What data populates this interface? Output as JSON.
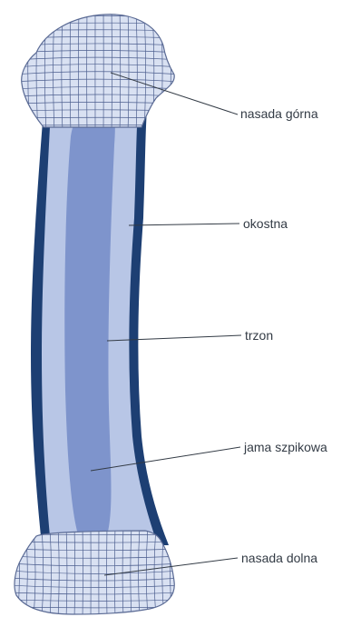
{
  "labels": {
    "upper_epiphysis": "nasada górna",
    "periosteum": "okostna",
    "shaft": "trzon",
    "marrow_cavity": "jama szpikowa",
    "lower_epiphysis": "nasada dolna"
  },
  "colors": {
    "periosteum": "#1d3f73",
    "shaft": "#b8c6e6",
    "marrow_cavity": "#7e94cc",
    "epiphysis_fill": "#d9e1f2",
    "epiphysis_grid": "#4d5f8f",
    "leader_line": "#333b45"
  }
}
